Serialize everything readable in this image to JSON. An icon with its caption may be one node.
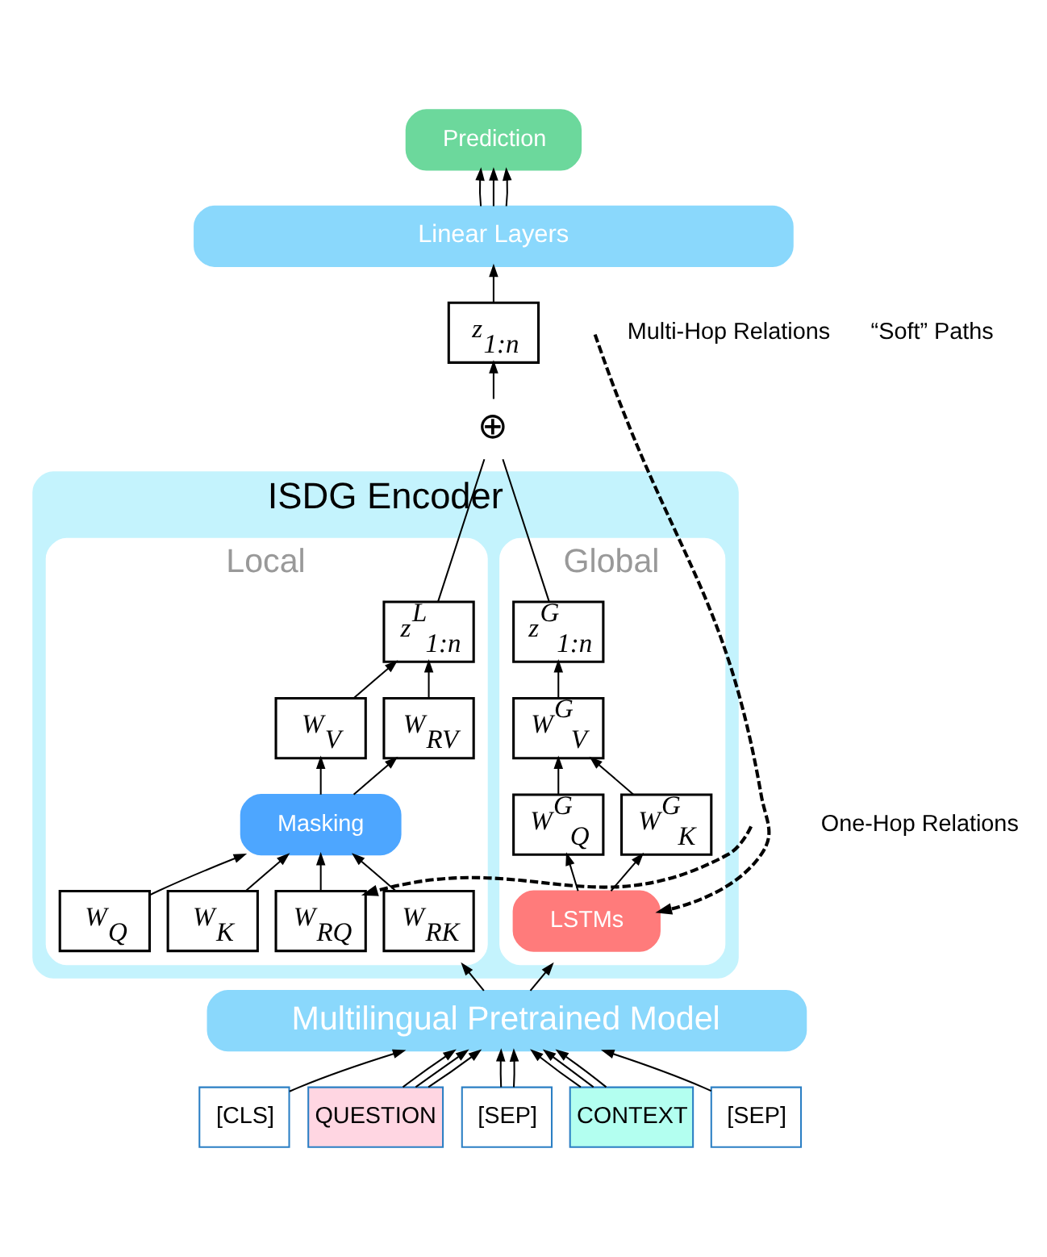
{
  "diagram": {
    "nodes": [
      {
        "text": [
          "Prediction"
        ]
      },
      {
        "text": [
          "Linear Layers"
        ]
      },
      {
        "text": [
          "z$_{1:n}$"
        ]
      },
      {
        "text": [
          "⊕"
        ]
      },
      {
        "text": [
          "ISDG Encoder"
        ]
      },
      {
        "text": [
          "Local"
        ],
        "in": 4
      },
      {
        "text": [
          "z$^{L}$$_{1:n}$"
        ],
        "in": 5
      },
      {
        "text": [
          "W$_{V}$"
        ],
        "in": 5
      },
      {
        "text": [
          "W$_{RV}$"
        ],
        "in": 5
      },
      {
        "text": [
          "Masking"
        ],
        "in": 5
      },
      {
        "text": [
          "W$_{Q}$"
        ],
        "in": 5
      },
      {
        "text": [
          "W$_{K}$"
        ],
        "in": 5
      },
      {
        "text": [
          "W$_{RQ}$"
        ],
        "in": 5
      },
      {
        "text": [
          "W$_{RK}$"
        ],
        "in": 5
      },
      {
        "text": [
          "Global"
        ],
        "in": 4
      },
      {
        "text": [
          "z$^{G}$$_{1:n}$"
        ],
        "in": 14
      },
      {
        "text": [
          "W$^{G}$$_{V}$"
        ],
        "in": 14
      },
      {
        "text": [
          "W$^{G}$$_{Q}$"
        ],
        "in": 14
      },
      {
        "text": [
          "W$^{G}$$_{K}$"
        ],
        "in": 14
      },
      {
        "text": [
          "LSTMs"
        ],
        "in": 14
      },
      {
        "text": [
          "Multilingual Pretrained Model"
        ]
      },
      {
        "text": [
          "[CLS]"
        ]
      },
      {
        "text": [
          "QUESTION"
        ]
      },
      {
        "text": [
          "[SEP]"
        ]
      },
      {
        "text": [
          "CONTEXT"
        ]
      },
      {
        "text": [
          "[SEP]"
        ]
      }
    ],
    "edges": [
      {
        "from": 1,
        "to": 0,
        "arrow": "to"
      },
      {
        "from": 1,
        "to": 0,
        "arrow": "to"
      },
      {
        "from": 1,
        "to": 0,
        "arrow": "to"
      },
      {
        "from": 2,
        "to": 1,
        "arrow": "to"
      },
      {
        "from": 3,
        "to": 2,
        "arrow": "to"
      },
      {
        "from": 6,
        "to": 3,
        "arrow": "none"
      },
      {
        "from": 15,
        "to": 3,
        "arrow": "none"
      },
      {
        "from": 7,
        "to": 6,
        "arrow": "to"
      },
      {
        "from": 8,
        "to": 6,
        "arrow": "to"
      },
      {
        "from": 9,
        "to": 7,
        "arrow": "to"
      },
      {
        "from": 9,
        "to": 8,
        "arrow": "to"
      },
      {
        "from": 10,
        "to": 9,
        "arrow": "to"
      },
      {
        "from": 11,
        "to": 9,
        "arrow": "to"
      },
      {
        "from": 12,
        "to": 9,
        "arrow": "to"
      },
      {
        "from": 13,
        "to": 9,
        "arrow": "to"
      },
      {
        "from": 16,
        "to": 15,
        "arrow": "to"
      },
      {
        "from": 17,
        "to": 16,
        "arrow": "to"
      },
      {
        "from": 18,
        "to": 16,
        "arrow": "to"
      },
      {
        "from": 19,
        "to": 17,
        "arrow": "to"
      },
      {
        "from": 19,
        "to": 18,
        "arrow": "to"
      },
      {
        "from": null,
        "to": 12,
        "arrow": "to",
        "style": "dashed"
      },
      {
        "from": null,
        "to": 19,
        "arrow": "to",
        "style": "dashed"
      },
      {
        "from": 20,
        "to": 5,
        "arrow": "to"
      },
      {
        "from": 20,
        "to": 14,
        "arrow": "to"
      },
      {
        "from": 21,
        "to": 20,
        "arrow": "to"
      },
      {
        "from": 22,
        "to": 20,
        "arrow": "to"
      },
      {
        "from": 22,
        "to": 20,
        "arrow": "to"
      },
      {
        "from": 22,
        "to": 20,
        "arrow": "to"
      },
      {
        "from": 23,
        "to": 20,
        "arrow": "to"
      },
      {
        "from": 23,
        "to": 20,
        "arrow": "to"
      },
      {
        "from": 24,
        "to": 20,
        "arrow": "to"
      },
      {
        "from": 24,
        "to": 20,
        "arrow": "to"
      },
      {
        "from": 24,
        "to": 20,
        "arrow": "to"
      },
      {
        "from": 25,
        "to": 20,
        "arrow": "to"
      }
    ],
    "labels": [
      "Multi-Hop Relations",
      "“Soft” Paths",
      "One-Hop Relations"
    ]
  }
}
